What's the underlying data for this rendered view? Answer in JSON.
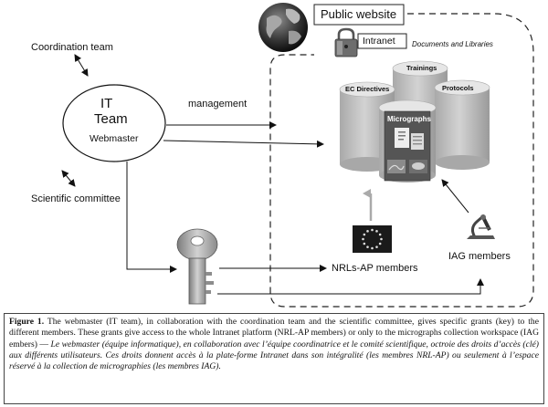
{
  "labels": {
    "coordination_team": "Coordination team",
    "it_team_line1": "IT",
    "it_team_line2": "Team",
    "webmaster": "Webmaster",
    "management": "management",
    "scientific_committee": "Scientific committee",
    "public_website": "Public website",
    "intranet": "Intranet",
    "documents_libraries": "Documents and Libraries",
    "trainings": "Trainings",
    "ec_directives": "EC Directives",
    "protocols": "Protocols",
    "micrographs": "Micrographs",
    "nrl_members": "NRLs-AP members",
    "iag_members": "IAG members"
  },
  "caption": {
    "fig_label": "Figure 1.",
    "english": " The webmaster (IT team), in collaboration with the coordination team and the scientific committee, gives specific grants (key) to the different members. These grants give access to the whole Intranet platform (NRL-AP members) or only to the micrographs collection workspace (IAG embers) — ",
    "french": "Le webmaster (équipe informatique), en collaboration avec l’équipe coordinatrice et le comité scientifique, octroie des droits d’accès (clé) aux différents utilisateurs. Ces droits donnent accès à la plate-forme Intranet dans son intégralité (les membres NRL-AP) ou seulement à l’espace réservé à la collection de micrographies (les membres IAG)."
  },
  "icons": {
    "globe": "globe-icon",
    "padlock": "padlock-icon",
    "key": "key-icon",
    "eu_flag": "eu-flag-icon",
    "microscope": "microscope-icon"
  },
  "colors": {
    "cylinder_top": "#e4e4e4",
    "cylinder_body": "#bcbcbc",
    "micrographs_box": "#555555",
    "eu_flag": "#1a1a1a",
    "key": "#a8a8a8"
  }
}
